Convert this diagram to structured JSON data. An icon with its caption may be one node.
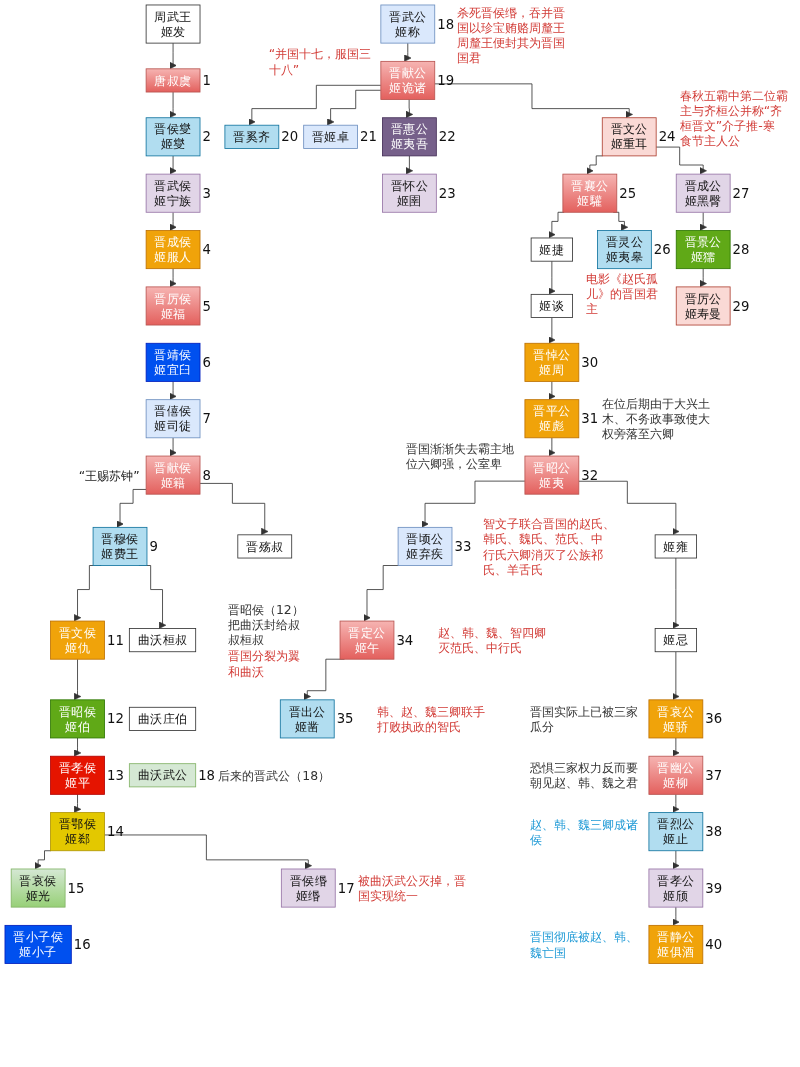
{
  "diagram": {
    "nodes": [
      {
        "text": [
          "周武王",
          "姬发"
        ]
      },
      {
        "text": [
          "唐叔虞"
        ],
        "beside": [
          "1"
        ]
      },
      {
        "text": [
          "晋侯燮",
          "姬燮"
        ],
        "beside": [
          "2"
        ]
      },
      {
        "text": [
          "晋武侯",
          "姬宁族"
        ],
        "beside": [
          "3"
        ]
      },
      {
        "text": [
          "晋成侯",
          "姬服人"
        ],
        "beside": [
          "4"
        ]
      },
      {
        "text": [
          "晋厉侯",
          "姬福"
        ],
        "beside": [
          "5"
        ]
      },
      {
        "text": [
          "晋靖侯",
          "姬宜臼"
        ],
        "beside": [
          "6"
        ]
      },
      {
        "text": [
          "晋僖侯",
          "姬司徒"
        ],
        "beside": [
          "7"
        ]
      },
      {
        "text": [
          "晋献侯",
          "姬籍"
        ],
        "beside": [
          "8",
          "“王赐苏钟”"
        ]
      },
      {
        "text": [
          "晋穆侯",
          "姬费王"
        ],
        "beside": [
          "9"
        ]
      },
      {
        "text": [
          "晋殇叔"
        ]
      },
      {
        "text": [
          "晋文侯",
          "姬仇"
        ],
        "beside": [
          "11"
        ]
      },
      {
        "text": [
          "曲沃桓叔"
        ],
        "beside": [
          "晋昭侯（12）把曲沃封给叔叔桓叔",
          "晋国分裂为翼和曲沃"
        ]
      },
      {
        "text": [
          "晋昭侯",
          "姬伯"
        ],
        "beside": [
          "12"
        ]
      },
      {
        "text": [
          "曲沃庄伯"
        ]
      },
      {
        "text": [
          "晋孝侯",
          "姬平"
        ],
        "beside": [
          "13"
        ]
      },
      {
        "text": [
          "曲沃武公"
        ],
        "beside": [
          "18",
          "后来的晋武公（18）"
        ]
      },
      {
        "text": [
          "晋鄂侯",
          "姬郄"
        ],
        "beside": [
          "14"
        ]
      },
      {
        "text": [
          "晋哀侯",
          "姬光"
        ],
        "beside": [
          "15"
        ]
      },
      {
        "text": [
          "晋侯缗",
          "姬缗"
        ],
        "beside": [
          "17",
          "被曲沃武公灭掉，晋国实现统一"
        ]
      },
      {
        "text": [
          "晋小子侯",
          "姬小子"
        ],
        "beside": [
          "16"
        ]
      },
      {
        "text": [
          "晋武公",
          "姬称"
        ],
        "beside": [
          "18",
          "杀死晋侯缗，吞并晋国以珍宝贿赂周釐王周釐王便封其为晋国国君"
        ]
      },
      {
        "text": [
          "晋献公",
          "姬诡诸"
        ],
        "beside": [
          "19",
          "“并国十七，服国三十八”"
        ]
      },
      {
        "text": [
          "晋奚齐"
        ],
        "beside": [
          "20"
        ]
      },
      {
        "text": [
          "晋姬卓"
        ],
        "beside": [
          "21"
        ]
      },
      {
        "text": [
          "晋惠公",
          "姬夷吾"
        ],
        "beside": [
          "22"
        ]
      },
      {
        "text": [
          "晋文公",
          "姬重耳"
        ],
        "beside": [
          "24",
          "春秋五霸中第二位霸主与齐桓公并称“齐桓晋文”介子推-寒食节主人公"
        ]
      },
      {
        "text": [
          "晋怀公",
          "姬圉"
        ],
        "beside": [
          "23"
        ]
      },
      {
        "text": [
          "晋襄公",
          "姬驩"
        ],
        "beside": [
          "25"
        ]
      },
      {
        "text": [
          "晋成公",
          "姬黑臀"
        ],
        "beside": [
          "27"
        ]
      },
      {
        "text": [
          "姬捷"
        ]
      },
      {
        "text": [
          "晋灵公",
          "姬夷皋"
        ],
        "beside": [
          "26",
          "电影《赵氏孤儿》的晋国君主"
        ]
      },
      {
        "text": [
          "晋景公",
          "姬獳"
        ],
        "beside": [
          "28"
        ]
      },
      {
        "text": [
          "姬谈"
        ]
      },
      {
        "text": [
          "晋厉公",
          "姬寿曼"
        ],
        "beside": [
          "29"
        ]
      },
      {
        "text": [
          "晋悼公",
          "姬周"
        ],
        "beside": [
          "30"
        ]
      },
      {
        "text": [
          "晋平公",
          "姬彪"
        ],
        "beside": [
          "31",
          "在位后期由于大兴土木、不务政事致使大权旁落至六卿"
        ]
      },
      {
        "text": [
          "晋昭公",
          "姬夷"
        ],
        "beside": [
          "32",
          "晋国渐渐失去霸主地位六卿强，公室卑"
        ]
      },
      {
        "text": [
          "晋顷公",
          "姬弃疾"
        ],
        "beside": [
          "33",
          "智文子联合晋国的赵氏、韩氏、魏氏、范氏、中行氏六卿消灭了公族祁氏、羊舌氏"
        ]
      },
      {
        "text": [
          "姬雍"
        ]
      },
      {
        "text": [
          "晋定公",
          "姬午"
        ],
        "beside": [
          "34",
          "赵、韩、魏、智四卿灭范氏、中行氏"
        ]
      },
      {
        "text": [
          "姬忌"
        ]
      },
      {
        "text": [
          "晋出公",
          "姬凿"
        ],
        "beside": [
          "35",
          "韩、赵、魏三卿联手打败执政的智氏"
        ]
      },
      {
        "text": [
          "晋哀公",
          "姬骄"
        ],
        "beside": [
          "36",
          "晋国实际上已被三家瓜分"
        ]
      },
      {
        "text": [
          "晋幽公",
          "姬柳"
        ],
        "beside": [
          "37",
          "恐惧三家权力反而要朝见赵、韩、魏之君"
        ]
      },
      {
        "text": [
          "晋烈公",
          "姬止"
        ],
        "beside": [
          "38",
          "赵、韩、魏三卿成诸侯"
        ]
      },
      {
        "text": [
          "晋孝公",
          "姬颀"
        ],
        "beside": [
          "39"
        ]
      },
      {
        "text": [
          "晋静公",
          "姬俱酒"
        ],
        "beside": [
          "40",
          "晋国彻底被赵、韩、魏亡国"
        ]
      }
    ],
    "edges": [
      {
        "from": 0,
        "to": 1,
        "arrow": "to"
      },
      {
        "from": 1,
        "to": 2,
        "arrow": "to"
      },
      {
        "from": 2,
        "to": 3,
        "arrow": "to"
      },
      {
        "from": 3,
        "to": 4,
        "arrow": "to"
      },
      {
        "from": 4,
        "to": 5,
        "arrow": "to"
      },
      {
        "from": 6,
        "to": 7,
        "arrow": "to"
      },
      {
        "from": 7,
        "to": 8,
        "arrow": "to"
      },
      {
        "from": 8,
        "to": 9,
        "arrow": "to"
      },
      {
        "from": 8,
        "to": 10,
        "arrow": "to"
      },
      {
        "from": 9,
        "to": 11,
        "arrow": "to"
      },
      {
        "from": 9,
        "to": 12,
        "arrow": "to"
      },
      {
        "from": 11,
        "to": 13,
        "arrow": "to"
      },
      {
        "from": 13,
        "to": 15,
        "arrow": "to"
      },
      {
        "from": 15,
        "to": 17,
        "arrow": "to"
      },
      {
        "from": 17,
        "to": 18,
        "arrow": "to"
      },
      {
        "from": 17,
        "to": 19,
        "arrow": "to"
      },
      {
        "from": 21,
        "to": 22,
        "arrow": "to"
      },
      {
        "from": 22,
        "to": 23,
        "arrow": "to"
      },
      {
        "from": 22,
        "to": 24,
        "arrow": "to"
      },
      {
        "from": 22,
        "to": 25,
        "arrow": "to"
      },
      {
        "from": 22,
        "to": 26,
        "arrow": "to"
      },
      {
        "from": 25,
        "to": 27,
        "arrow": "to"
      },
      {
        "from": 26,
        "to": 28,
        "arrow": "to"
      },
      {
        "from": 26,
        "to": 29,
        "arrow": "to"
      },
      {
        "from": 28,
        "to": 30,
        "arrow": "to"
      },
      {
        "from": 28,
        "to": 31,
        "arrow": "to"
      },
      {
        "from": 29,
        "to": 32,
        "arrow": "to"
      },
      {
        "from": 32,
        "to": 34,
        "arrow": "to"
      },
      {
        "from": 30,
        "to": 33,
        "arrow": "to"
      },
      {
        "from": 33,
        "to": 35,
        "arrow": "to"
      },
      {
        "from": 35,
        "to": 36,
        "arrow": "to"
      },
      {
        "from": 36,
        "to": 37,
        "arrow": "to"
      },
      {
        "from": 37,
        "to": 38,
        "arrow": "to"
      },
      {
        "from": 37,
        "to": 39,
        "arrow": "to"
      },
      {
        "from": 38,
        "to": 40,
        "arrow": "to"
      },
      {
        "from": 40,
        "to": 42,
        "arrow": "to"
      },
      {
        "from": 39,
        "to": 41,
        "arrow": "to"
      },
      {
        "from": 41,
        "to": 43,
        "arrow": "to"
      },
      {
        "from": 43,
        "to": 44,
        "arrow": "to"
      },
      {
        "from": 44,
        "to": 45,
        "arrow": "to"
      },
      {
        "from": 45,
        "to": 46,
        "arrow": "to"
      },
      {
        "from": 46,
        "to": 47,
        "arrow": "to"
      }
    ]
  }
}
